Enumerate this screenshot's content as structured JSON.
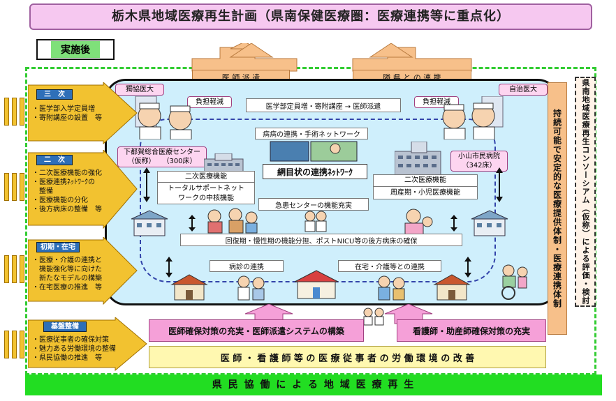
{
  "title": "栃木県地域医療再生計画（県南保健医療圏：医療連携等に重点化）",
  "phase_label": "実施後",
  "top_arrows": {
    "left": "医 師 派 遣",
    "right": "隣 県 と の 連 携"
  },
  "hospitals": {
    "dokkyo": "獨協医大",
    "jichi": "自治医大",
    "shimotsuga": [
      "下都賀総合医療センター",
      "（仮称）　　（300床）"
    ],
    "oyama": [
      "小山市民病院",
      "（342床）"
    ]
  },
  "burden_left": "負担軽減",
  "burden_right": "負担軽減",
  "center": {
    "med_dispatch": "医学部定員増・寄附講座 → 医師派遣",
    "disease_network": "病病の連携・手術ネットワーク",
    "mesh_network": "網目状の連携ﾈｯﾄﾜｰｸ",
    "left_func_title": "二次医療機能",
    "left_func_body": [
      "トータルサポートネット",
      "ワークの中核機能"
    ],
    "right_func_title": "二次医療機能",
    "right_func_body": "周産期・小児医療機能",
    "emergency": "急患センターの機能充実",
    "recovery": "回復期・慢性期の機能分担、ポストNICU等の後方病床の確保",
    "clinic_link": "病診の連携",
    "home_care_link": "在宅・介護等との連携"
  },
  "left_sections": [
    {
      "label": "三　次",
      "items": [
        "・医学部入学定員増",
        "・寄附講座の設置　等"
      ]
    },
    {
      "label": "二　次",
      "items": [
        "・二次医療機能の強化",
        "・医療連携ﾈｯﾄﾜｰｸの",
        "　整備",
        "・医療機能の分化",
        "・後方病床の整備　等"
      ]
    },
    {
      "label": "初期・在宅",
      "items": [
        "・医療・介護の連携と",
        "　機能強化等に向けた",
        "　新たなモデルの構築",
        "・在宅医療の推進　等"
      ]
    },
    {
      "label": "基盤整備",
      "items": [
        "・医療従事者の確保対策",
        "・魅力ある労働環境の整備",
        "・県民協働の推進　等"
      ]
    }
  ],
  "right_vertical": "持続可能で安定的な医療提供体制・医療連携体制",
  "far_right_vertical": "県南地域医療再生コンソーシアム（仮称）による評価・検討",
  "bottom": {
    "doctor_measures": "医師確保対策の充実・医師派遣システムの構築",
    "nurse_measures": "看護師・助産師確保対策の充実",
    "workforce": "医 師 ・ 看 護 師 等 の 医 療 従 事 者 の 労 働 環 境 の 改 善",
    "collab": "県 民 協 働 に よ る 地 域 医 療 再 生"
  },
  "colors": {
    "title_bg": "#f6c8f0",
    "inner_bg": "#cfeffc",
    "green_bar": "#22dd22",
    "arrow_yellow": "#f2c230",
    "pink": "#fdd5f0"
  }
}
